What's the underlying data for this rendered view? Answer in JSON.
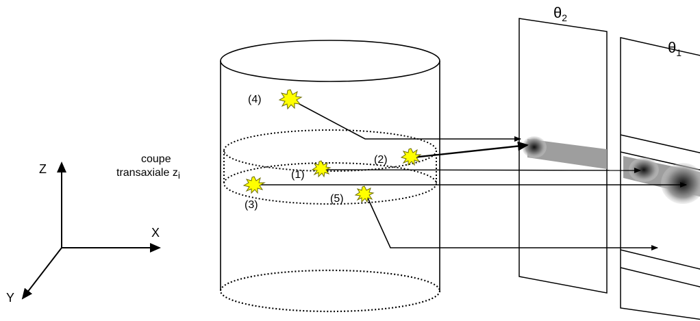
{
  "labels": {
    "theta2_main": "θ",
    "theta2_sub": "2",
    "theta1_main": "θ",
    "theta1_sub": "1",
    "slice_line1": "coupe",
    "slice_line2_main": "transaxiale z",
    "slice_line2_sub": "i",
    "axis_z": "Z",
    "axis_x": "X",
    "axis_y": "Y"
  },
  "events": [
    {
      "id": "1",
      "label": "(1)"
    },
    {
      "id": "2",
      "label": "(2)"
    },
    {
      "id": "3",
      "label": "(3)"
    },
    {
      "id": "4",
      "label": "(4)"
    },
    {
      "id": "5",
      "label": "(5)"
    }
  ],
  "colors": {
    "event_fill": "#ffff00",
    "event_stroke": "#6b6b00",
    "projection_band": "#9e9e9e",
    "line": "#000000"
  }
}
